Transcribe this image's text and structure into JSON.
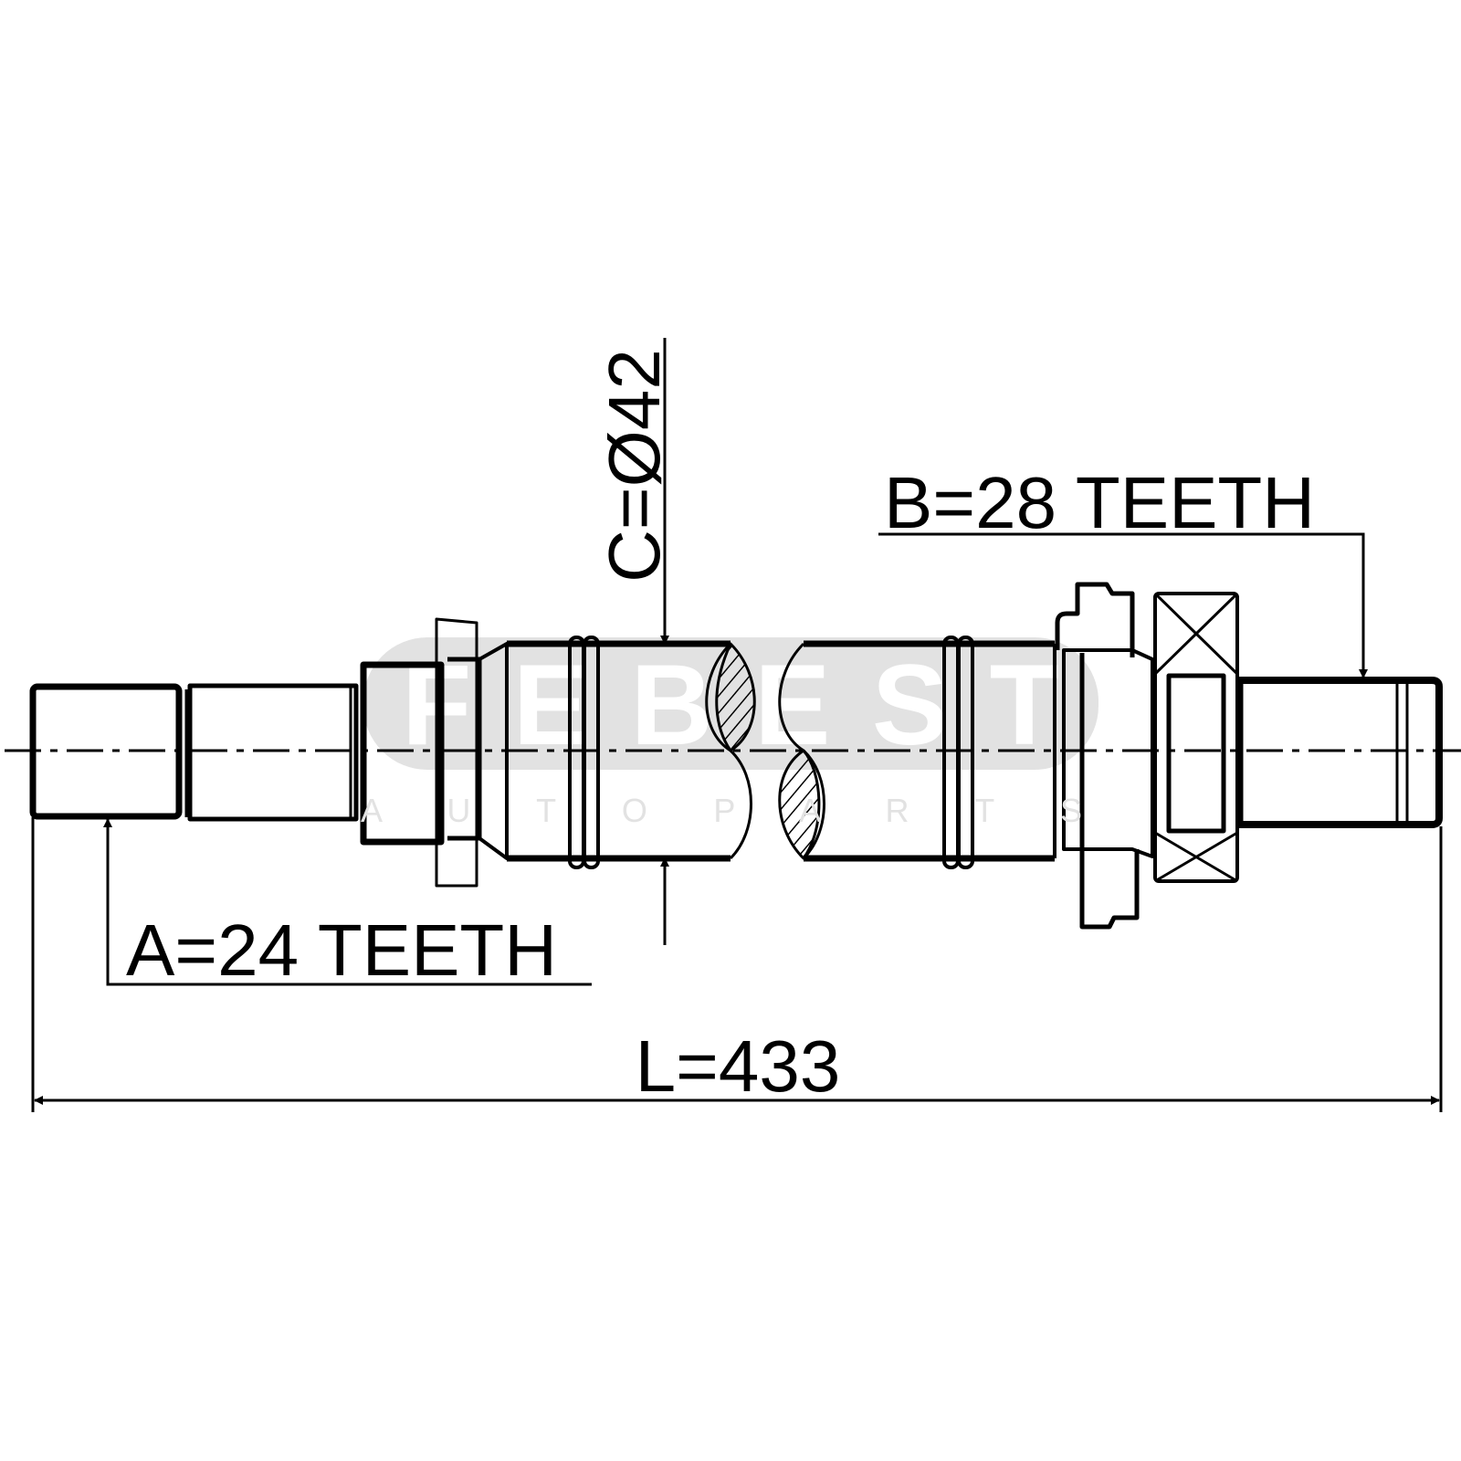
{
  "watermark": {
    "brand": "FEBEST",
    "tagline": "A U T O P A R T S"
  },
  "labels": {
    "diameter": "C=Ø42",
    "spline_b": "B=28 TEETH",
    "spline_a": "A=24 TEETH",
    "length": "L=433"
  },
  "colors": {
    "line": "#000000",
    "watermark": "#e2e2e2"
  }
}
